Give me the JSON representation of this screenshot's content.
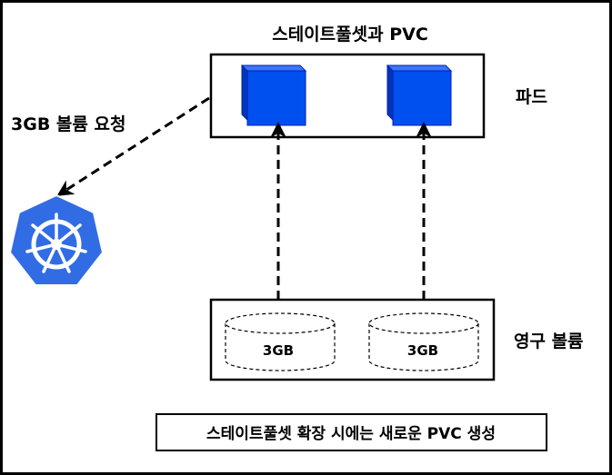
{
  "diagram": {
    "title": "스테이트풀셋과 PVC",
    "pods_label": "파드",
    "volume_request_label": "3GB 볼륨 요청",
    "persistent_volumes_label": "영구 볼륨",
    "volumes": [
      {
        "size": "3GB"
      },
      {
        "size": "3GB"
      }
    ],
    "note": "스테이트풀셋 확장 시에는 새로운 PVC 생성",
    "colors": {
      "cube_front": "#0050ef",
      "cube_top": "#3a78f2",
      "cube_side": "#0036b5",
      "cube_stroke": "#001dbc",
      "kubernetes_blue": "#326ce5",
      "line": "#000000"
    },
    "icons": [
      "pod-cube-icon",
      "pod-cube-icon",
      "kubernetes-logo-icon",
      "disk-cylinder-icon"
    ]
  }
}
